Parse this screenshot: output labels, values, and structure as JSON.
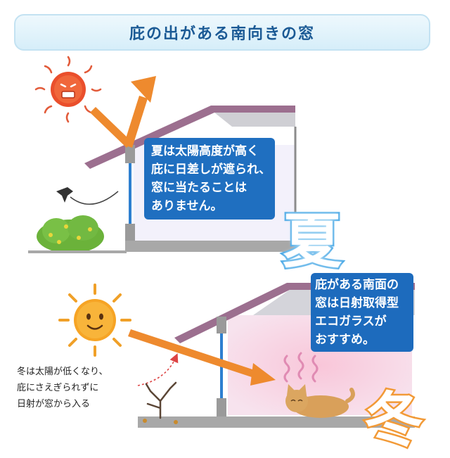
{
  "title": "庇の出がある南向きの窓",
  "summer": {
    "caption_lines": [
      "夏は太陽高度が高く",
      "庇に日差しが遮られ、",
      "窓に当たることは",
      "ありません。"
    ],
    "season_label": "夏"
  },
  "winter": {
    "caption_lines": [
      "庇がある南面の",
      "窓は日射取得型",
      "エコガラスが",
      "おすすめ。"
    ],
    "note_lines": [
      "冬は太陽が低くなり、",
      "庇にさえぎられずに",
      "日射が窓から入る"
    ],
    "season_label": "冬"
  },
  "colors": {
    "title": "#1b5a95",
    "caption_bg": "#1f6fc0",
    "arrow": "#ee8a2e",
    "roof": "#9c6f8f",
    "summer_label": "#4ca9e6",
    "winter_label": "#f29a37"
  }
}
